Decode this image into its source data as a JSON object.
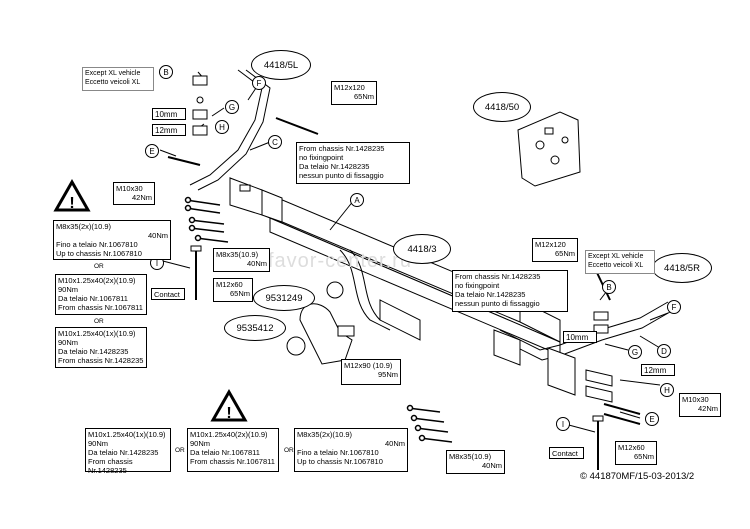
{
  "kits": {
    "main": "4418/3",
    "left": "4418/5L",
    "right": "4418/5R",
    "electric": "4418/50"
  },
  "parts": {
    "towball_a": "9531249",
    "towball_b": "9535412"
  },
  "letters": [
    "A",
    "B",
    "C",
    "D",
    "E",
    "F",
    "G",
    "H",
    "I"
  ],
  "except_xl": {
    "en": "Except XL vehicle",
    "it": "Eccetto veicoli XL"
  },
  "spacers": {
    "ten": "10mm",
    "twelve": "12mm"
  },
  "contact": "Contact",
  "or": "OR",
  "bolts": {
    "m12x120": {
      "size": "M12x120",
      "torque": "65Nm"
    },
    "m10x30": {
      "size": "M10x30",
      "torque": "42Nm"
    },
    "m8x35_2x": {
      "size": "M8x35(2x)(10.9)",
      "torque": "40Nm"
    },
    "m8x35": {
      "size": "M8x35(10.9)",
      "torque": "40Nm"
    },
    "m12x60": {
      "size": "M12x60",
      "torque": "65Nm"
    },
    "m12x90": {
      "size": "M12x90 (10.9)",
      "torque": "95Nm"
    },
    "m10x125_2x": {
      "size": "M10x1.25x40(2x)(10.9)",
      "torque": "90Nm"
    },
    "m10x125_1x": {
      "size": "M10x1.25x40(1x)(10.9)",
      "torque": "90Nm"
    }
  },
  "chassis": {
    "from_1428235": "From chassis Nr.1428235",
    "no_fixing": "no fixingpoint",
    "da_1428235": "Da telaio Nr.1428235",
    "nessun": "nessun punto di fissaggio",
    "fino_1067810": "Fino a telaio Nr.1067810",
    "up_1067810": "Up to chassis Nr.1067810",
    "da_1067811": "Da telaio Nr.1067811",
    "from_1067811": "From chassis Nr.1067811",
    "from_1428235_b": "From chassis Nr.1428235"
  },
  "watermark": "favor-center.ru",
  "footer": "© 441870MF/15-03-2013/2"
}
